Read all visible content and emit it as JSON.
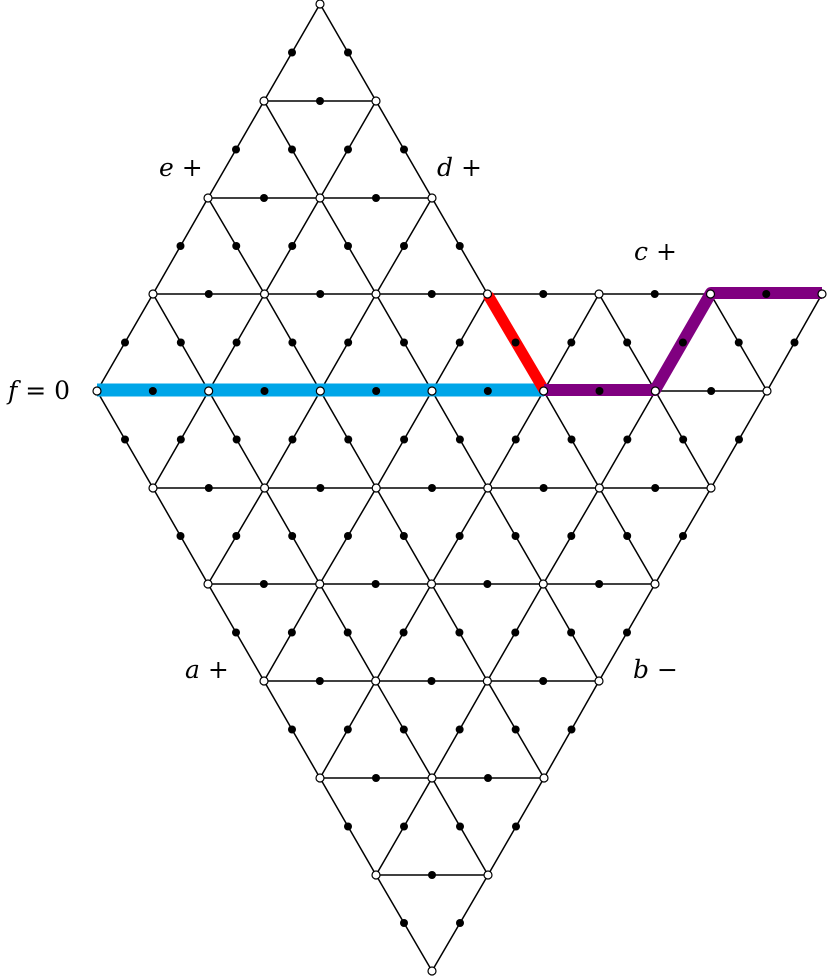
{
  "labels": {
    "f": "f = 0",
    "e": "e +",
    "d": "d +",
    "c": "c +",
    "a": "a +",
    "b": "b −"
  },
  "colors": {
    "blue_path": "#00a6e8",
    "red_path": "#ff0000",
    "purple_path": "#800080",
    "edge": "#000000",
    "vertex_fill": "#ffffff",
    "midpoint": "#000000"
  }
}
